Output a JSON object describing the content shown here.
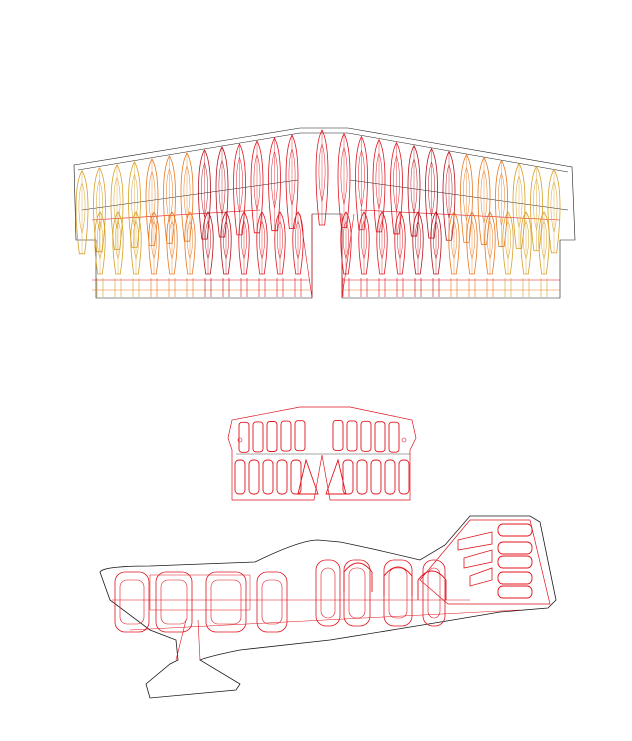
{
  "drawing": {
    "colors": {
      "outline": "#1a1a1a",
      "rib_red": "#e0141e",
      "rib_dark_red": "#b8101a",
      "rib_orange": "#e8781e",
      "rib_amber": "#d8a024",
      "rib_light": "#e8c870",
      "background": "#ffffff"
    },
    "views": [
      {
        "id": "wing-plan",
        "kind": "wing"
      },
      {
        "id": "stabilizer-plan",
        "kind": "stabilizer"
      },
      {
        "id": "fuselage-side",
        "kind": "fuselage"
      }
    ]
  }
}
